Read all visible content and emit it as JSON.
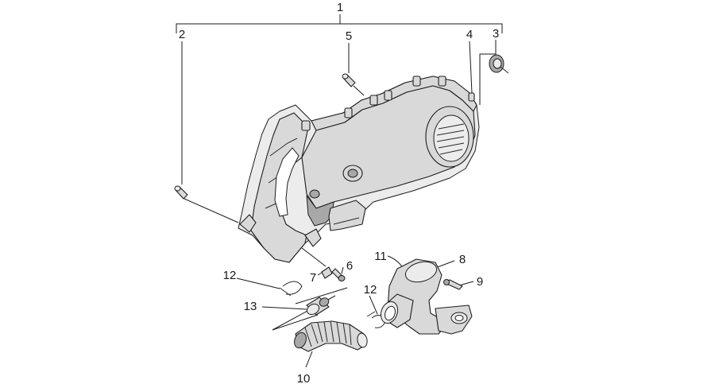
{
  "diagram": {
    "callouts": [
      "1",
      "2",
      "5",
      "4",
      "3",
      "6",
      "7",
      "11",
      "8",
      "9",
      "12",
      "13",
      "12",
      "10"
    ]
  }
}
